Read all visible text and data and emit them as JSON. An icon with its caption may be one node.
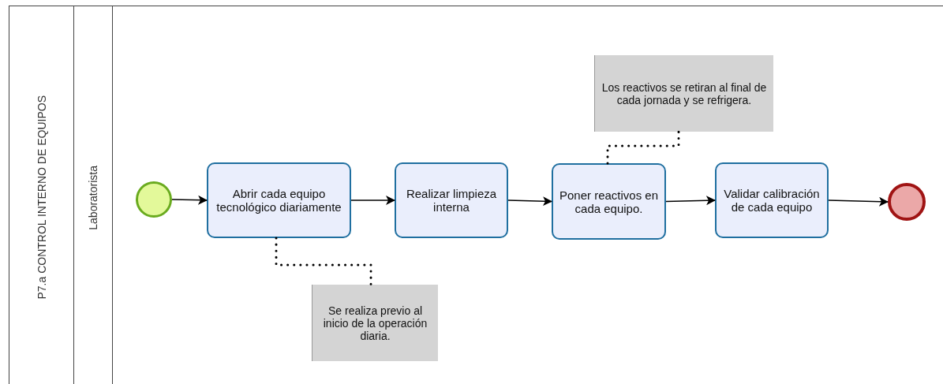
{
  "diagram": {
    "nodes": [
      {
        "text": [
          "P7.a CONTROL INTERNO DE EQUIPOS"
        ]
      },
      {
        "text": [
          "Laboratorista"
        ],
        "in": 0
      },
      {
        "text": [],
        "shape": "circle",
        "in": 1
      },
      {
        "text": [
          "Abrir cada equipo tecnológico diariamente"
        ],
        "in": 1
      },
      {
        "text": [
          "Realizar limpieza interna"
        ],
        "in": 1
      },
      {
        "text": [
          "Poner reactivos en cada equipo."
        ],
        "in": 1
      },
      {
        "text": [
          "Validar calibración de cada equipo"
        ],
        "in": 1
      },
      {
        "text": [],
        "shape": "circle",
        "in": 1
      },
      {
        "text": [
          "Los reactivos se retiran al final de cada jornada y se refrigera."
        ],
        "in": 1
      },
      {
        "text": [
          "Se realiza previo al inicio de la operación diaria."
        ],
        "in": 1
      }
    ],
    "edges": [
      {
        "from": 2,
        "to": 3,
        "arrow": "to"
      },
      {
        "from": 3,
        "to": 4,
        "arrow": "to"
      },
      {
        "from": 4,
        "to": 5,
        "arrow": "to"
      },
      {
        "from": 5,
        "to": 6,
        "arrow": "to"
      },
      {
        "from": 6,
        "to": 7,
        "arrow": "to"
      },
      {
        "from": 3,
        "to": 9,
        "arrow": "none",
        "style": "dashed"
      },
      {
        "from": 5,
        "to": 8,
        "arrow": "none",
        "style": "dashed"
      }
    ]
  }
}
